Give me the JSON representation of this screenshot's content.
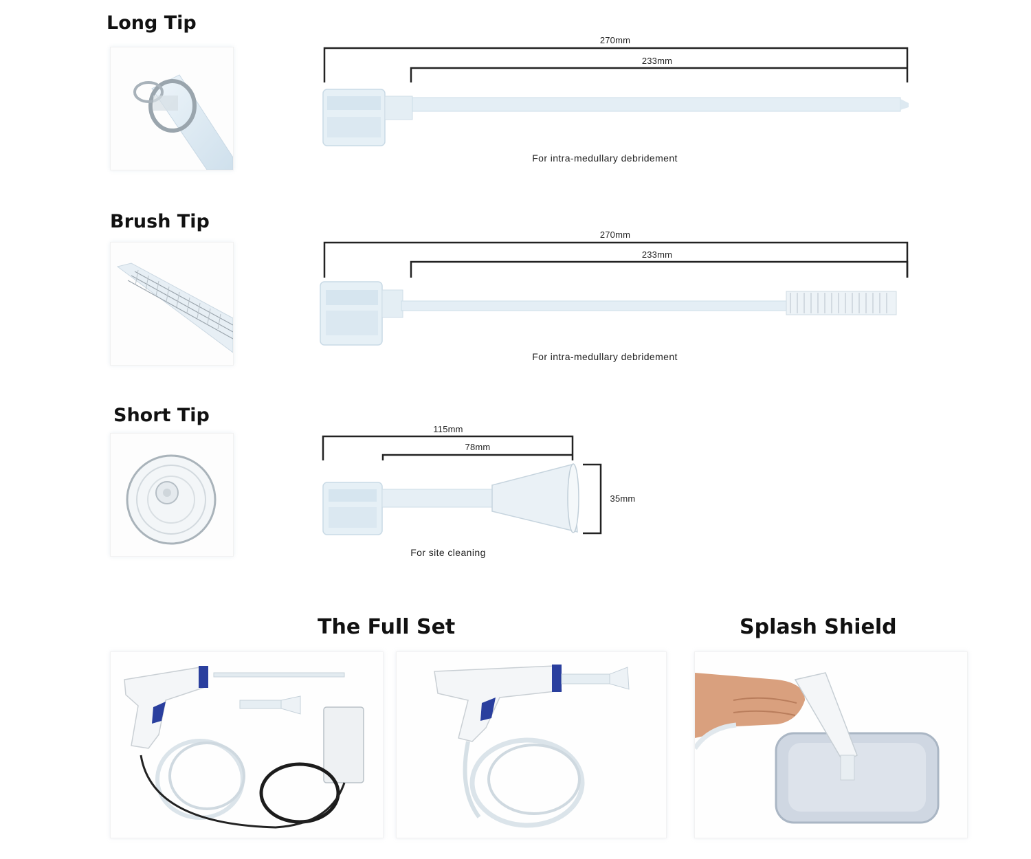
{
  "sections": [
    {
      "title": "Long Tip",
      "thumb_icon": "long-tip-closeup",
      "dims": [
        "270mm",
        "233mm"
      ],
      "caption": "For intra-medullary debridement"
    },
    {
      "title": "Brush Tip",
      "thumb_icon": "brush-tip-closeup",
      "dims": [
        "270mm",
        "233mm"
      ],
      "caption": "For intra-medullary debridement"
    },
    {
      "title": "Short Tip",
      "thumb_icon": "short-tip-closeup",
      "dims": [
        "115mm",
        "78mm",
        "35mm"
      ],
      "caption": "For site cleaning"
    }
  ],
  "full_set": {
    "title": "The Full Set",
    "photos": [
      "full-set-with-battery-pack",
      "handpiece-with-short-tip"
    ]
  },
  "splash_shield": {
    "title": "Splash Shield",
    "photo": "hand-holding-handpiece-over-splash-shield"
  },
  "colors": {
    "text": "#111111",
    "dimension_line": "#222222",
    "accent_blue": "#2a3f9e",
    "tip_plastic": "#dbe9f2"
  }
}
